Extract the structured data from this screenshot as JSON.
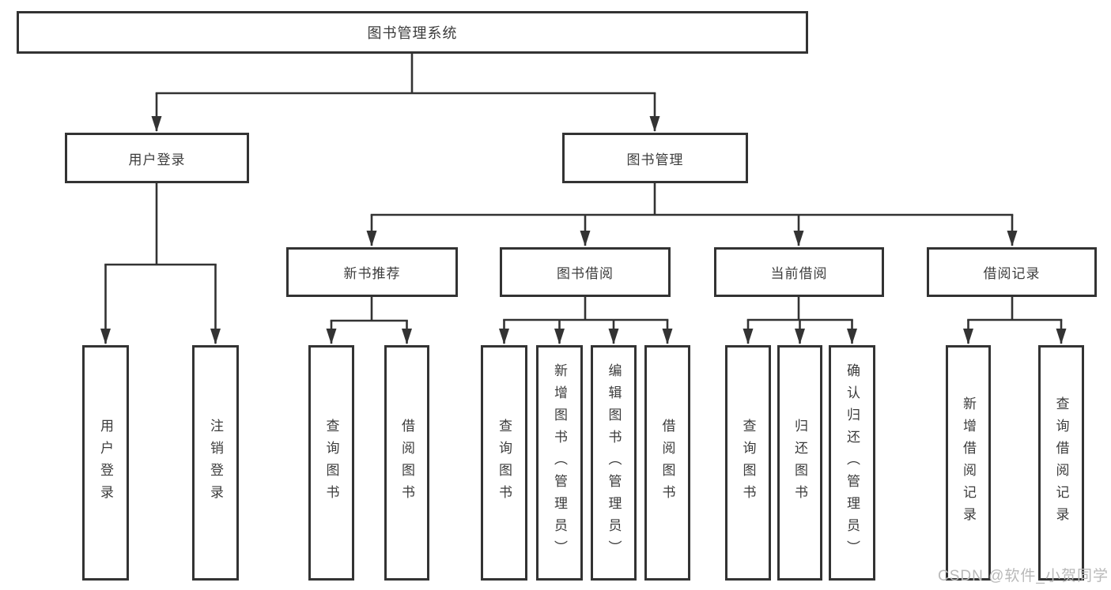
{
  "diagram": {
    "root": {
      "label": "图书管理系统"
    },
    "level2": [
      {
        "label": "用户登录"
      },
      {
        "label": "图书管理"
      }
    ],
    "level3": [
      {
        "label": "新书推荐"
      },
      {
        "label": "图书借阅"
      },
      {
        "label": "当前借阅"
      },
      {
        "label": "借阅记录"
      }
    ],
    "leaves": {
      "user_login": [
        "用户登录",
        "注销登录"
      ],
      "new_book": [
        "查询图书",
        "借阅图书"
      ],
      "book_borrow": [
        "查询图书",
        "新增图书（管理员）",
        "编辑图书（管理员）",
        "借阅图书"
      ],
      "current_borrow": [
        "查询图书",
        "归还图书",
        "确认归还（管理员）"
      ],
      "borrow_record": [
        "新增借阅记录",
        "查询借阅记录"
      ]
    }
  },
  "watermark": "CSDN @软件_小贺同学",
  "colors": {
    "line": "#333333",
    "box_border": "#333333",
    "text": "#3c3c3c",
    "watermark": "#b9b9b9",
    "background": "#ffffff"
  }
}
